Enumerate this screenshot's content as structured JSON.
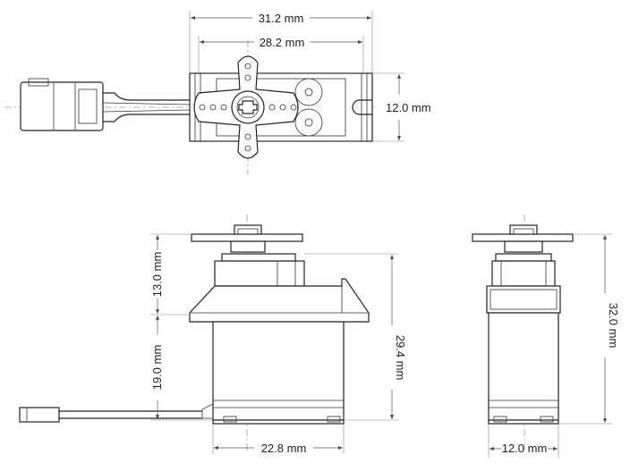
{
  "dimensions": {
    "top_overall_width": "31.2 mm",
    "top_mount_width": "28.2 mm",
    "top_height": "12.0 mm",
    "side_upper_height": "13.0 mm",
    "side_lower_height": "19.0 mm",
    "side_body_height": "29.4 mm",
    "side_body_width": "22.8 mm",
    "end_total_height": "32.0 mm",
    "end_width": "12.0 mm"
  }
}
